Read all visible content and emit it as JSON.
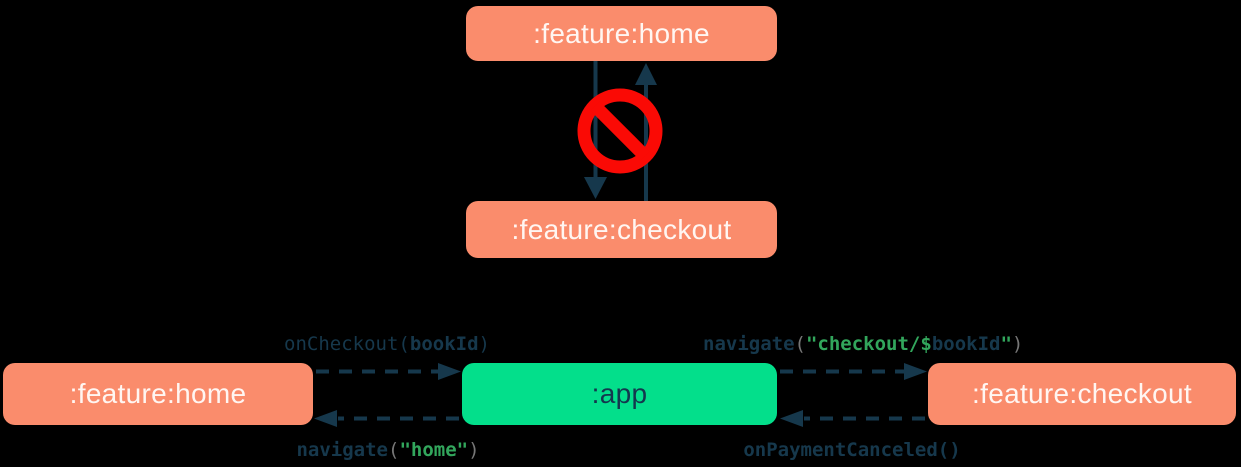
{
  "colors": {
    "background": "#000000",
    "module_box": "#FA8C6C",
    "app_box": "#03DF8B",
    "arrow_navy": "#16384C",
    "forbidden_red": "#FA0A05",
    "code_navy": "#16384C",
    "code_green": "#32A65C",
    "code_gray": "#767676",
    "box_text_light": "#FFF6F2",
    "box_text_dark": "#14374E"
  },
  "icons": {
    "forbidden": "no-entry-icon"
  },
  "top_diagram": {
    "home_label": ":feature:home",
    "checkout_label": ":feature:checkout"
  },
  "bottom_diagram": {
    "home_label": ":feature:home",
    "app_label": ":app",
    "checkout_label": ":feature:checkout",
    "on_checkout": {
      "fn": "onCheckout(",
      "arg": "bookId",
      "close": ")"
    },
    "navigate_home": {
      "fn": "navigate",
      "open": "(",
      "str": "\"home\"",
      "close": ")"
    },
    "navigate_checkout": {
      "fn": "navigate",
      "open": "(",
      "str_pre": "\"checkout/$",
      "var": "bookId",
      "str_post": "\"",
      "close": ")"
    },
    "on_payment_canceled": "onPaymentCanceled()"
  }
}
